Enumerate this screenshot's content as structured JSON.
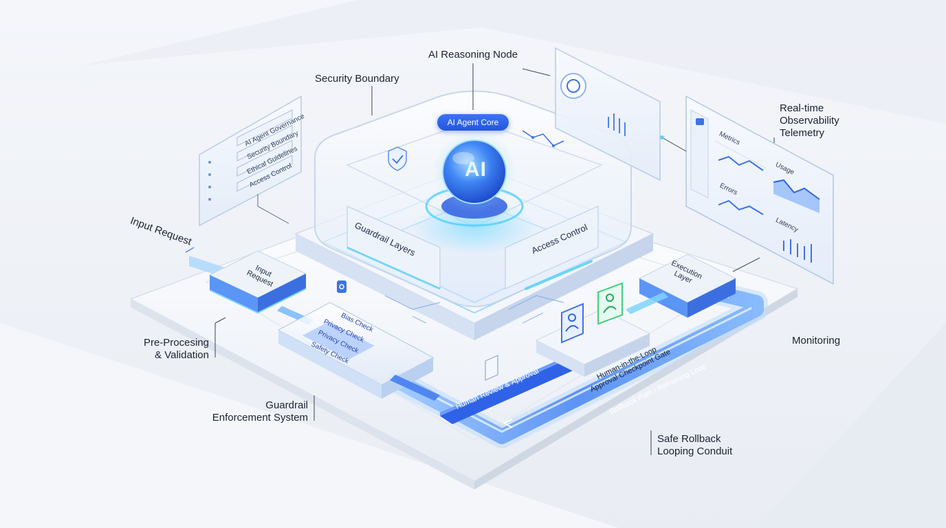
{
  "callouts": {
    "ai_reasoning_node": "AI Reasoning Node",
    "security_boundary": "Security Boundary",
    "observability_1": "Real-time",
    "observability_2": "Observability",
    "observability_3": "Telemetry",
    "input_request": "Input Request",
    "preprocessing_1": "Pre-Procesing",
    "preprocessing_2": "& Validation",
    "guardrail_enf_1": "Guardrail",
    "guardrail_enf_2": "Enforcement System",
    "monitoring": "Monitoring",
    "rollback_1": "Safe Rollback",
    "rollback_2": "Looping Conduit"
  },
  "core": {
    "pill": "AI Agent Core",
    "ai_mark": "AI",
    "guardrail_layers": "Guardrail Layers",
    "access_control": "Access Control"
  },
  "governance_panel": {
    "items": [
      "AI Agent Governance",
      "Security Boundary",
      "Ethical Guidelines",
      "Access Control"
    ]
  },
  "telemetry_panel": {
    "metrics": "Metrics",
    "usage": "Usage",
    "errors": "Errors",
    "latency": "Latency"
  },
  "blocks": {
    "input_request_1": "Input",
    "input_request_2": "Request",
    "execution_1": "Execution",
    "execution_2": "Layer"
  },
  "checks": [
    "Bias Check",
    "Privacy Check",
    "Privacy Check",
    "Safety Check"
  ],
  "path_labels": {
    "human_review": "Human Review & Approval",
    "hitl_1": "Human-in-the-Loop",
    "hitl_2": "Approval Checkpoint Gate",
    "rollback_path": "Rollback Path / Retraining Loop"
  },
  "colors": {
    "accent": "#2f6bf0",
    "glow": "#5fd4f5",
    "approve": "#3fcf7a"
  }
}
